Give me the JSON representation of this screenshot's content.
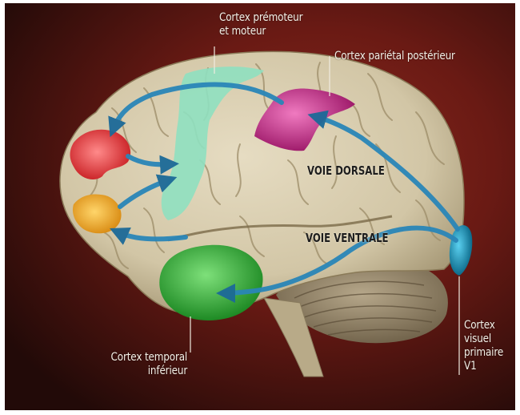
{
  "labels": {
    "premotor": [
      "Cortex prémoteur",
      "et moteur"
    ],
    "parietal": "Cortex pariétal postérieur",
    "temporal": [
      "Cortex temporal",
      "inférieur"
    ],
    "visual": [
      "Cortex",
      "visuel",
      "primaire",
      "V1"
    ]
  },
  "pathways": {
    "dorsal": "VOIE DORSALE",
    "ventral": "VOIE VENTRALE"
  },
  "colors": {
    "background_dark": "#2b0d0a",
    "background_red": "#7a1e16",
    "brain": "#d8cdb0",
    "premotor_region": "#8fe0c0",
    "parietal_region": "#c8328c",
    "prefrontal_red_region": "#e8363a",
    "prefrontal_orange_region": "#f0a92a",
    "temporal_region": "#38b03a",
    "visual_region": "#1a8fb0",
    "arrow": "#2a86b8",
    "text_light": "#f4efe6",
    "text_dark": "#1e1e1e"
  }
}
